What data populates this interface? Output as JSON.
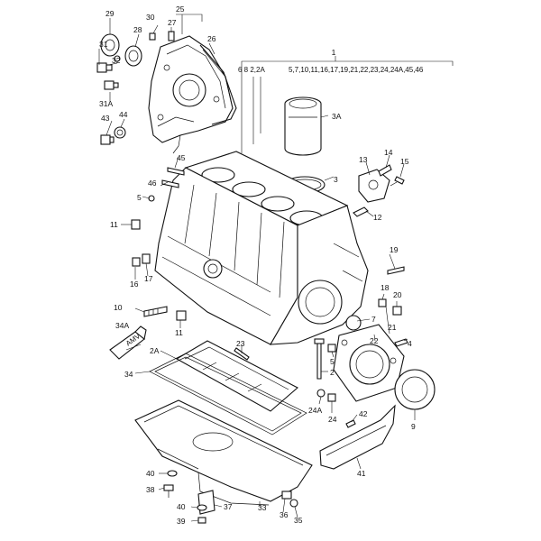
{
  "diagram": {
    "header_group_number": "1",
    "header_left_refs": "6 8 2,2A",
    "header_right_refs": "5,7,10,11,16,17,19,21,22,23,24,24A,45,46",
    "callouts": {
      "c1": "1",
      "c2": "2",
      "c2A": "2A",
      "c3": "3",
      "c3A": "3A",
      "c4": "4",
      "c5a": "5",
      "c5b": "5",
      "c7": "7",
      "c9": "9",
      "c10": "10",
      "c11a": "11",
      "c11b": "11",
      "c12": "12",
      "c13": "13",
      "c14": "14",
      "c15": "15",
      "c16": "16",
      "c17": "17",
      "c18": "18",
      "c19": "19",
      "c20": "20",
      "c21": "21",
      "c22": "22",
      "c23": "23",
      "c24": "24",
      "c24A": "24A",
      "c25": "25",
      "c26": "26",
      "c27": "27",
      "c28": "28",
      "c29": "29",
      "c30": "30",
      "c31": "31",
      "c31A": "31A",
      "c32": "32",
      "c33": "33",
      "c34": "34",
      "c34A": "34A",
      "c35": "35",
      "c36": "36",
      "c37": "37",
      "c38": "38",
      "c39": "39",
      "c40a": "40",
      "c40b": "40",
      "c41": "41",
      "c42": "42",
      "c43": "43",
      "c44": "44",
      "c45": "45",
      "c46": "46"
    },
    "tube_label": "AMV"
  }
}
